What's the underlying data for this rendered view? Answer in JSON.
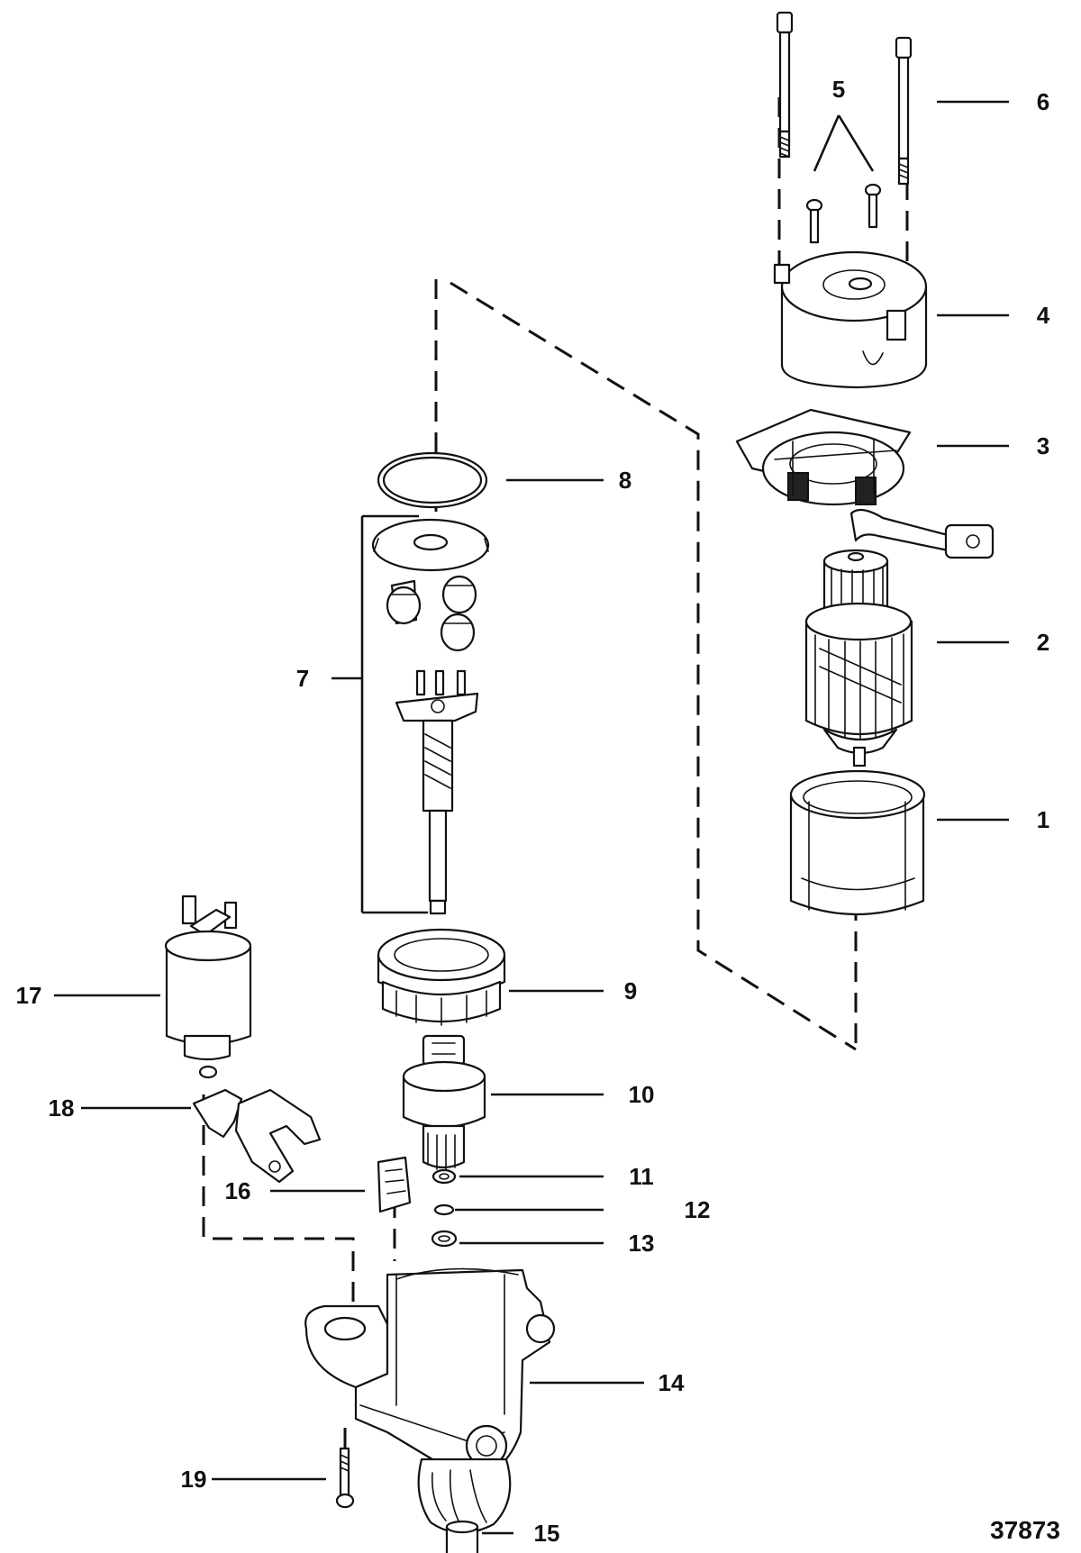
{
  "figure_number": "37873",
  "callouts": [
    "1",
    "2",
    "3",
    "4",
    "5",
    "6",
    "7",
    "8",
    "9",
    "10",
    "11",
    "12",
    "13",
    "14",
    "15",
    "16",
    "17",
    "18",
    "19"
  ]
}
